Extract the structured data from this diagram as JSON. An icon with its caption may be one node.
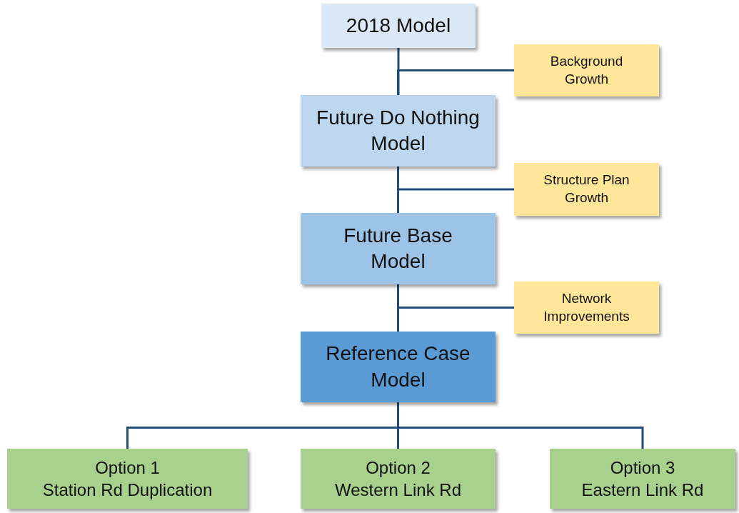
{
  "diagram": {
    "nodes": [
      {
        "text": [
          "2018 Model"
        ]
      },
      {
        "text": [
          "Background Growth"
        ]
      },
      {
        "text": [
          "Future Do Nothing Model"
        ]
      },
      {
        "text": [
          "Structure Plan Growth"
        ]
      },
      {
        "text": [
          "Future Base Model"
        ]
      },
      {
        "text": [
          "Network Improvements"
        ]
      },
      {
        "text": [
          "Reference Case Model"
        ]
      },
      {
        "text": [
          "Option 1",
          "Station Rd Duplication"
        ]
      },
      {
        "text": [
          "Option 2",
          "Western Link Rd"
        ]
      },
      {
        "text": [
          "Option 3",
          "Eastern Link Rd"
        ]
      }
    ],
    "edges": [
      {
        "from": 0,
        "to": 2,
        "arrow": "none"
      },
      {
        "from": 1,
        "to": 2,
        "arrow": "none"
      },
      {
        "from": 2,
        "to": 4,
        "arrow": "none"
      },
      {
        "from": 3,
        "to": 4,
        "arrow": "none"
      },
      {
        "from": 4,
        "to": 6,
        "arrow": "none"
      },
      {
        "from": 5,
        "to": 6,
        "arrow": "none"
      },
      {
        "from": 6,
        "to": 7,
        "arrow": "none"
      },
      {
        "from": 6,
        "to": 8,
        "arrow": "none"
      },
      {
        "from": 6,
        "to": 9,
        "arrow": "none"
      }
    ]
  }
}
